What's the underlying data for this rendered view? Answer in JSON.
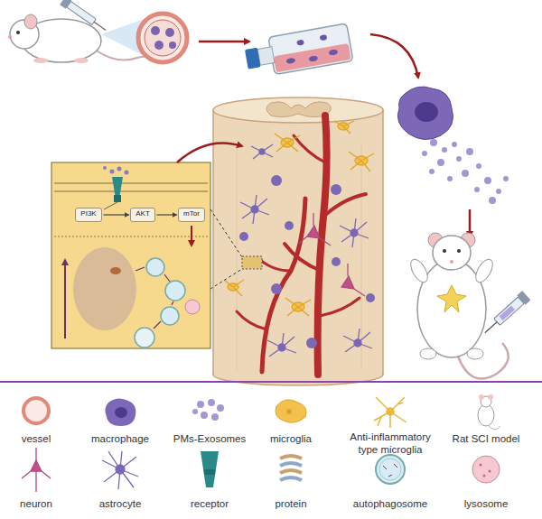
{
  "diagram": {
    "nodes": [
      {
        "text": [
          "PI3K"
        ]
      },
      {
        "text": [
          "AKT"
        ]
      },
      {
        "text": [
          "mTor"
        ]
      }
    ],
    "edges": [
      {
        "from": 0,
        "to": 1,
        "arrow": "to"
      },
      {
        "from": 1,
        "to": 2,
        "arrow": "to"
      }
    ],
    "legend": [
      {
        "text": "vessel"
      },
      {
        "text": "macrophage"
      },
      {
        "text": "PMs-Exosomes"
      },
      {
        "text": "microglia"
      },
      {
        "text": "Anti-inflammatory type microglia"
      },
      {
        "text": "Rat SCI model"
      },
      {
        "text": "neuron"
      },
      {
        "text": "astrocyte"
      },
      {
        "text": "receptor"
      },
      {
        "text": "protein"
      },
      {
        "text": "autophagosome"
      },
      {
        "text": "lysosome"
      }
    ]
  }
}
